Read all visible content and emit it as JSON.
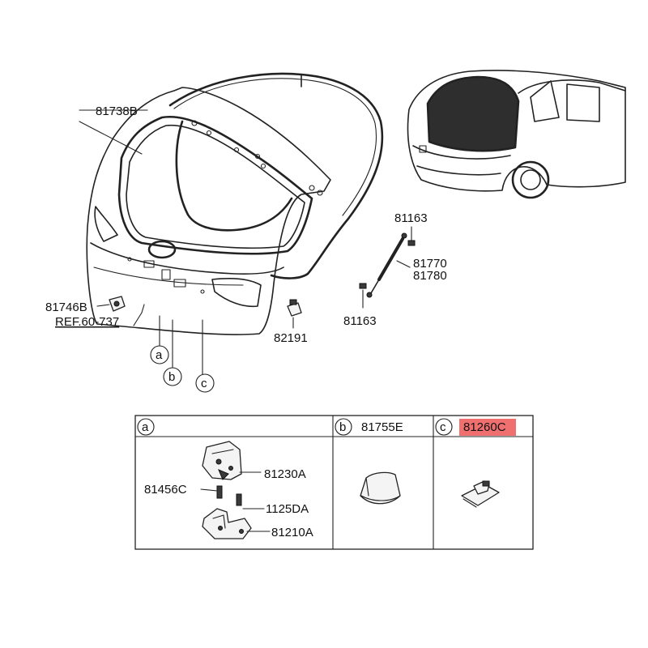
{
  "parts": {
    "tailgate_panel": "81738B",
    "bracket_left": "81746B",
    "reference": "REF.60-737",
    "switch": "82191",
    "stay_bolt_top": "81163",
    "gas_lifter_a": "81770",
    "gas_lifter_b": "81780",
    "stay_bolt_bottom": "81163"
  },
  "callouts": {
    "a": "a",
    "b": "b",
    "c": "c"
  },
  "table": {
    "col_a": {
      "marker": "a",
      "items": {
        "latch": "81230A",
        "bolt_left": "81456C",
        "screw": "1125DA",
        "striker": "81210A"
      }
    },
    "col_b": {
      "marker": "b",
      "part": "81755E"
    },
    "col_c": {
      "marker": "c",
      "part": "81260C",
      "highlight_color": "#f07070"
    }
  }
}
